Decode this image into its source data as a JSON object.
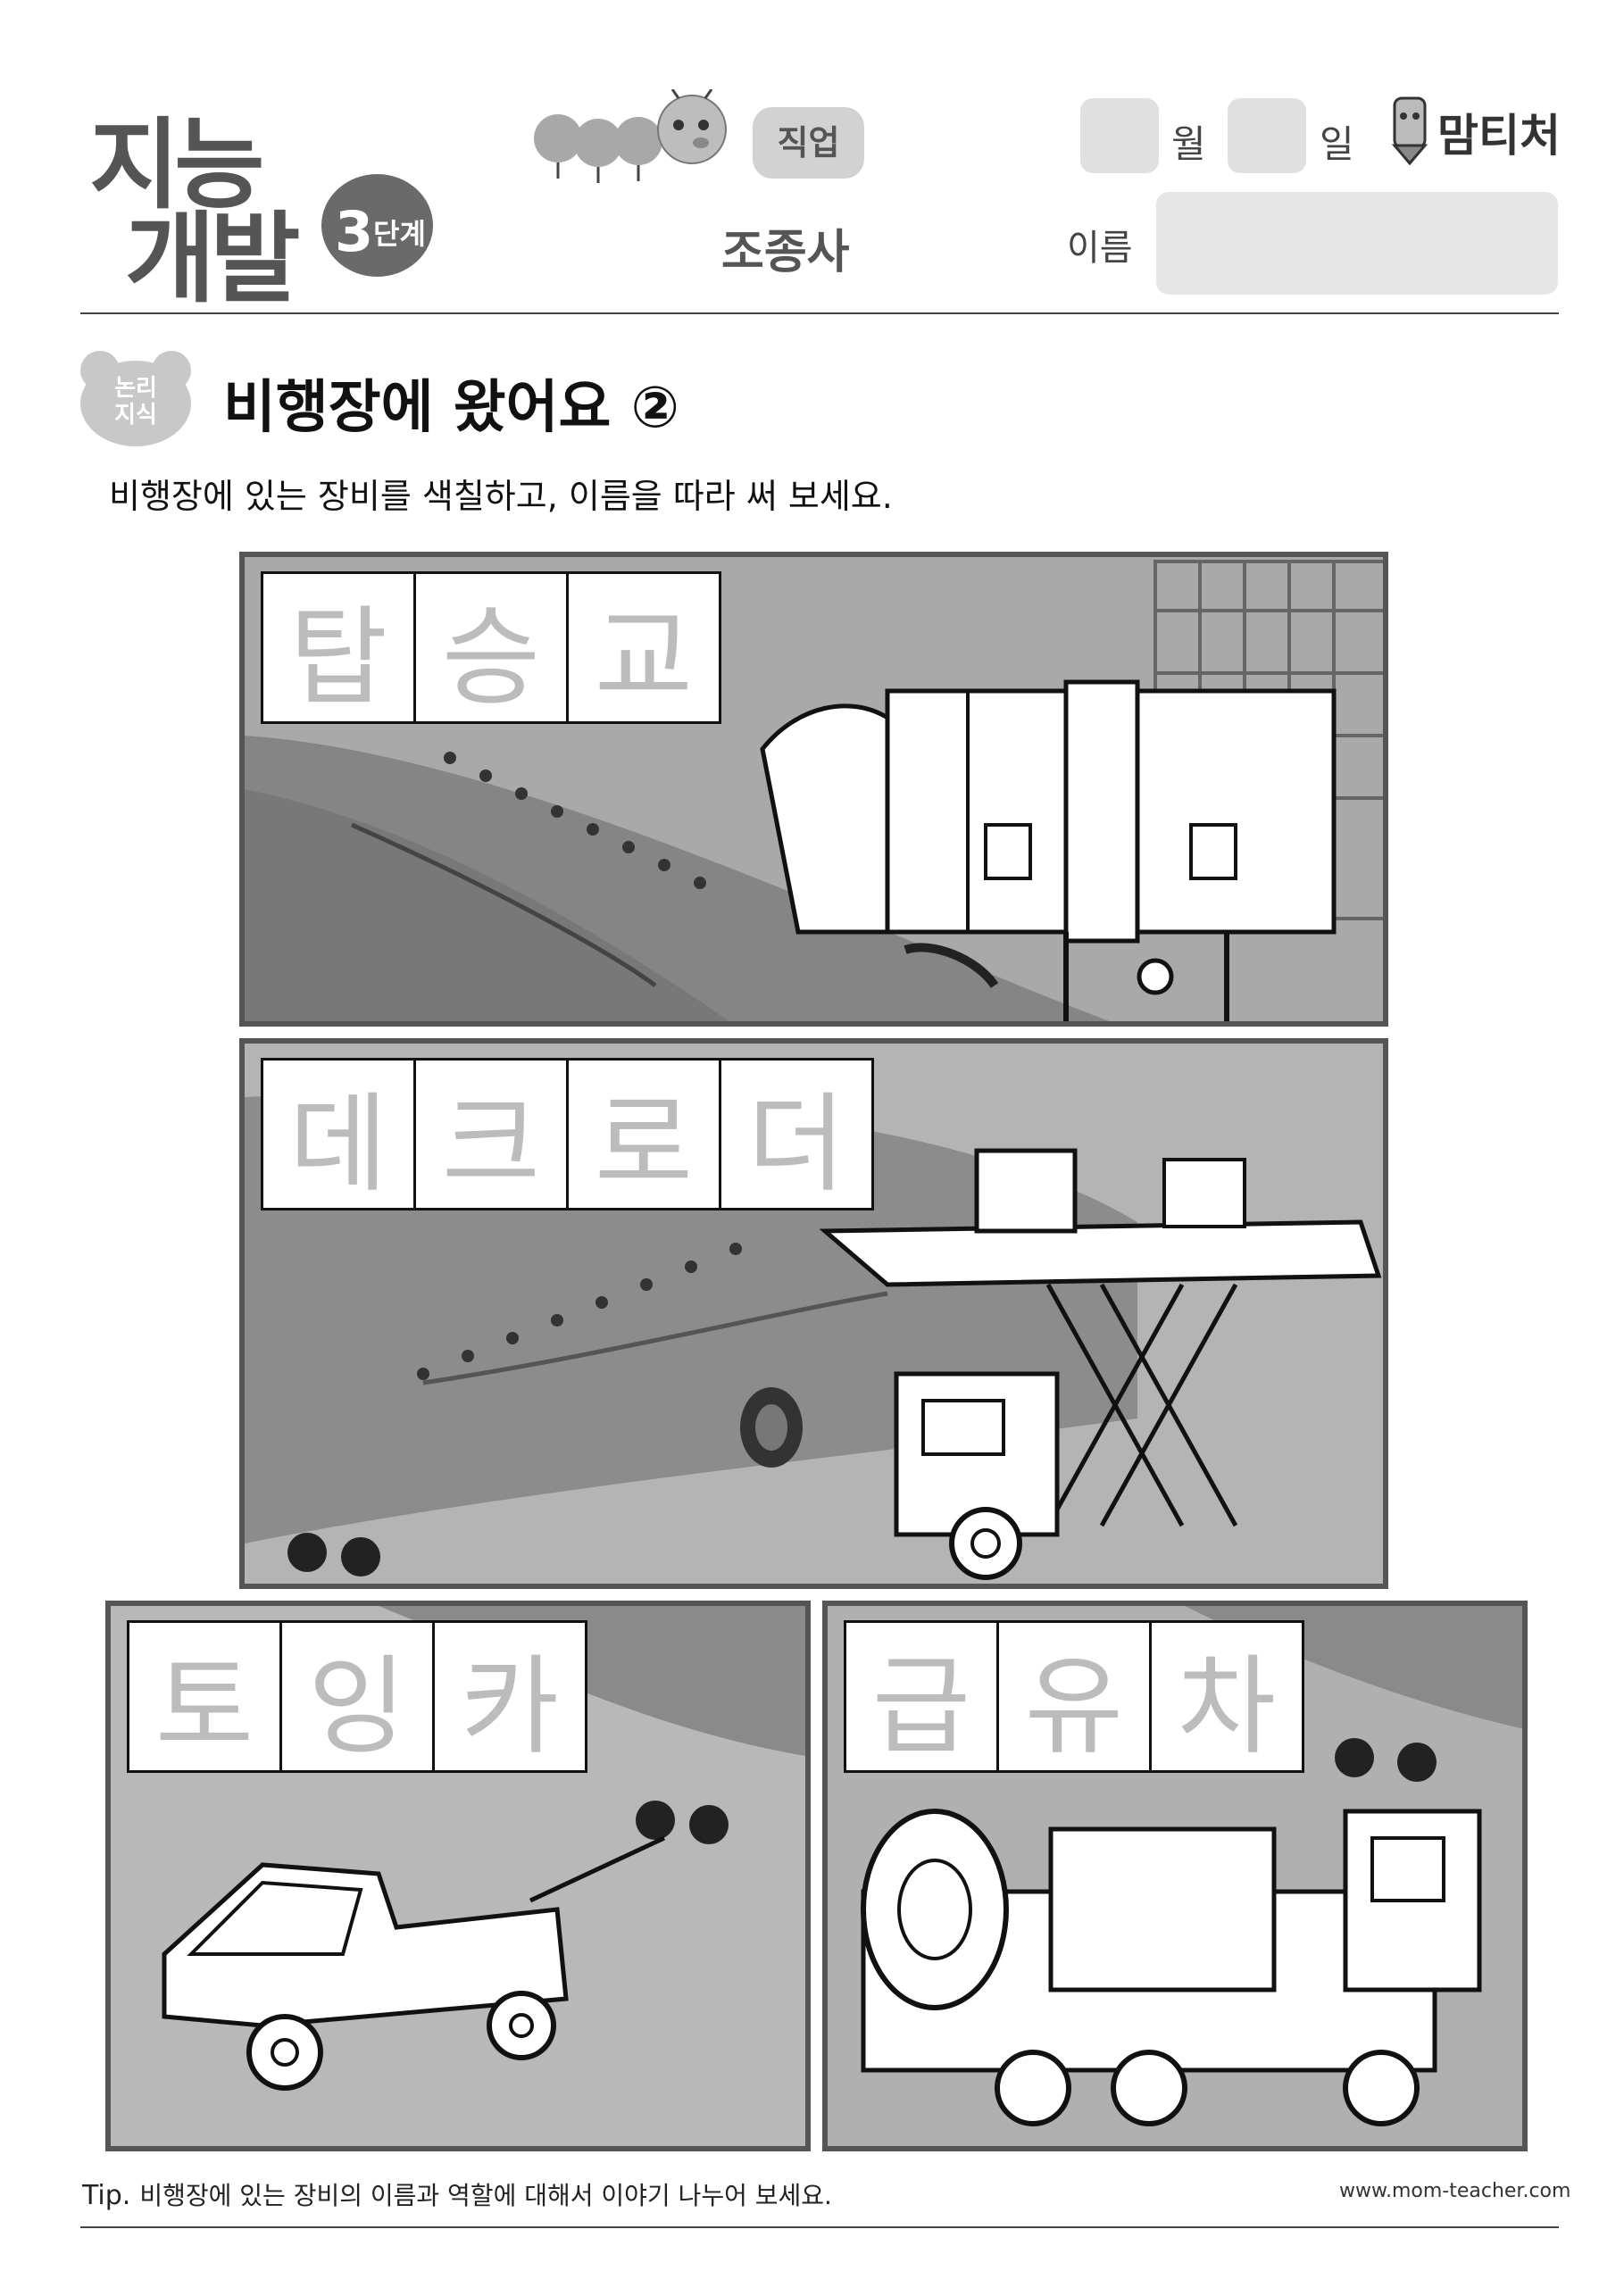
{
  "header": {
    "logo_top": "지능",
    "logo_bottom": "개발",
    "step_number": "3",
    "step_word": "단계",
    "job_tag": "직업",
    "job_name": "조종사",
    "month_label": "월",
    "day_label": "일",
    "brand": "맘티처",
    "name_label": "이름"
  },
  "section": {
    "badge": [
      "논리",
      "지식"
    ],
    "title": "비행장에 왔어요 ②",
    "instruction": "비행장에 있는 장비를 색칠하고, 이름을 따라 써 보세요."
  },
  "panels": [
    {
      "name": "boarding-bridge",
      "letters": [
        "탑",
        "승",
        "교"
      ]
    },
    {
      "name": "deck-loader",
      "letters": [
        "데",
        "크",
        "로",
        "더"
      ]
    },
    {
      "name": "towing-car",
      "letters": [
        "토",
        "잉",
        "카"
      ]
    },
    {
      "name": "fuel-truck",
      "letters": [
        "급",
        "유",
        "차"
      ]
    }
  ],
  "footer": {
    "tip_prefix": "Tip.",
    "tip": "비행장에 있는 장비의 이름과 역할에 대해서 이야기 나누어 보세요.",
    "url": "www.mom-teacher.com"
  },
  "colors": {
    "panel_bg": "#a9a9a9",
    "letter_guide": "#bcbcbc",
    "badge": "#c8c8c8"
  }
}
